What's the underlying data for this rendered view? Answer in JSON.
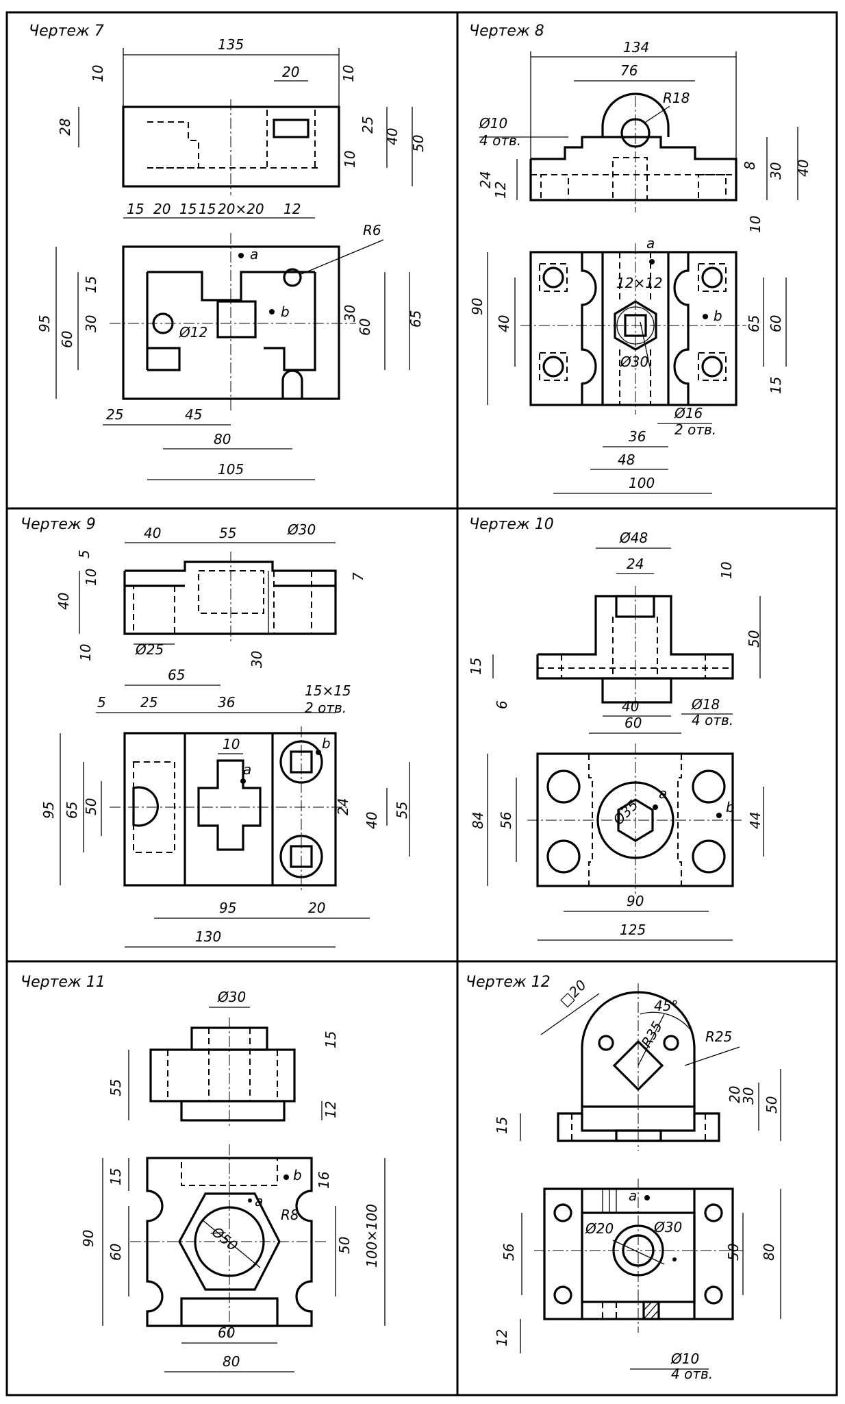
{
  "drawings": [
    {
      "id": "d7",
      "title": "Чертеж 7",
      "dims": [
        "135",
        "20",
        "10",
        "28",
        "25",
        "10",
        "40",
        "50",
        "15",
        "20",
        "15",
        "15",
        "20×20",
        "12",
        "R6",
        "95",
        "15",
        "30",
        "60",
        "Ø12",
        "30",
        "60",
        "65",
        "25",
        "45",
        "80",
        "105"
      ],
      "points": [
        "a",
        "b"
      ]
    },
    {
      "id": "d8",
      "title": "Чертеж 8",
      "dims": [
        "134",
        "76",
        "R18",
        "Ø10",
        "4 отв.",
        "24",
        "12",
        "8",
        "30",
        "40",
        "10",
        "90",
        "40",
        "12×12",
        "Ø30",
        "65",
        "60",
        "15",
        "Ø16",
        "2 отв.",
        "36",
        "48",
        "100"
      ],
      "points": [
        "a",
        "b"
      ]
    },
    {
      "id": "d9",
      "title": "Чертеж 9",
      "dims": [
        "40",
        "55",
        "Ø30",
        "5",
        "10",
        "40",
        "7",
        "10",
        "Ø25",
        "30",
        "65",
        "5",
        "25",
        "36",
        "15×15",
        "2 отв.",
        "10",
        "95",
        "65",
        "50",
        "24",
        "40",
        "55",
        "95",
        "20",
        "130"
      ],
      "points": [
        "a",
        "b"
      ]
    },
    {
      "id": "d10",
      "title": "Чертеж 10",
      "dims": [
        "Ø48",
        "24",
        "10",
        "50",
        "15",
        "6",
        "40",
        "Ø18",
        "4 отв.",
        "60",
        "84",
        "56",
        "Ø35",
        "44",
        "90",
        "125"
      ],
      "points": [
        "a",
        "b"
      ]
    },
    {
      "id": "d11",
      "title": "Чертеж 11",
      "dims": [
        "Ø30",
        "15",
        "55",
        "12",
        "15",
        "16",
        "90",
        "60",
        "Ø50",
        "R8",
        "50",
        "100×100",
        "60",
        "80"
      ],
      "points": [
        "a",
        "b"
      ]
    },
    {
      "id": "d12",
      "title": "Чертеж 12",
      "dims": [
        "□20",
        "45°",
        "R35",
        "R25",
        "20",
        "30",
        "50",
        "15",
        "Ø20",
        "Ø30",
        "56",
        "50",
        "80",
        "12",
        "Ø10",
        "4 отв."
      ],
      "points": [
        "a"
      ]
    }
  ]
}
